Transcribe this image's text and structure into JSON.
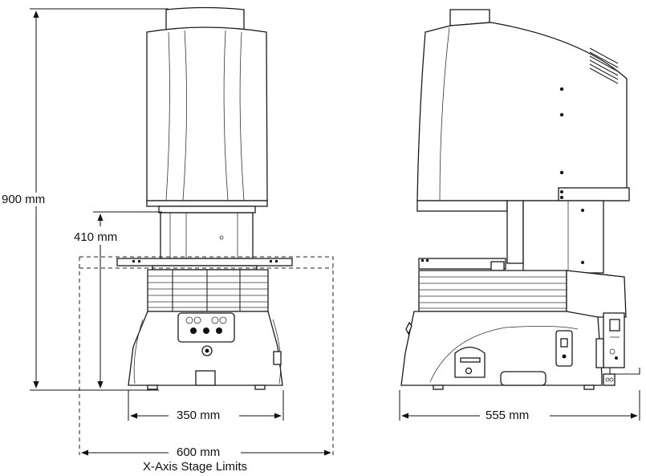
{
  "dimensions": {
    "height_total": "900 mm",
    "height_stage": "410 mm",
    "base_width_front": "350 mm",
    "stage_limits": "600 mm",
    "stage_limits_caption": "X-Axis Stage Limits",
    "base_depth_side": "555 mm"
  }
}
